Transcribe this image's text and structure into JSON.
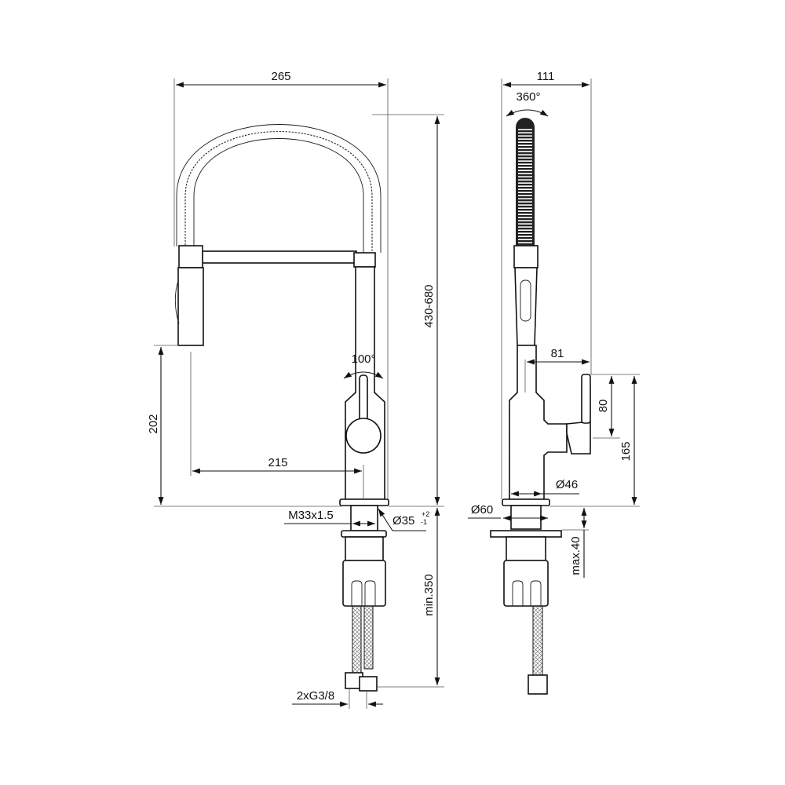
{
  "drawing": {
    "subject": "Pull-out spring spout kitchen faucet dimension drawing",
    "front_view": {
      "overall_width": "265",
      "height_range": "430-680",
      "spout_height": "202",
      "spout_reach": "215",
      "lever_rotation": "100°",
      "thread": "M33x1.5",
      "hole_diameter": "Ø35",
      "hole_tolerance_upper": "+2",
      "hole_tolerance_lower": "-1",
      "min_depth": "min.350",
      "connections": "2xG3/8"
    },
    "side_view": {
      "overall_depth": "111",
      "swivel": "360°",
      "lever_offset": "81",
      "lever_height": "80",
      "lever_total_height": "165",
      "body_diameter": "Ø46",
      "base_diameter": "Ø60",
      "max_deck_thickness": "max.40"
    }
  }
}
